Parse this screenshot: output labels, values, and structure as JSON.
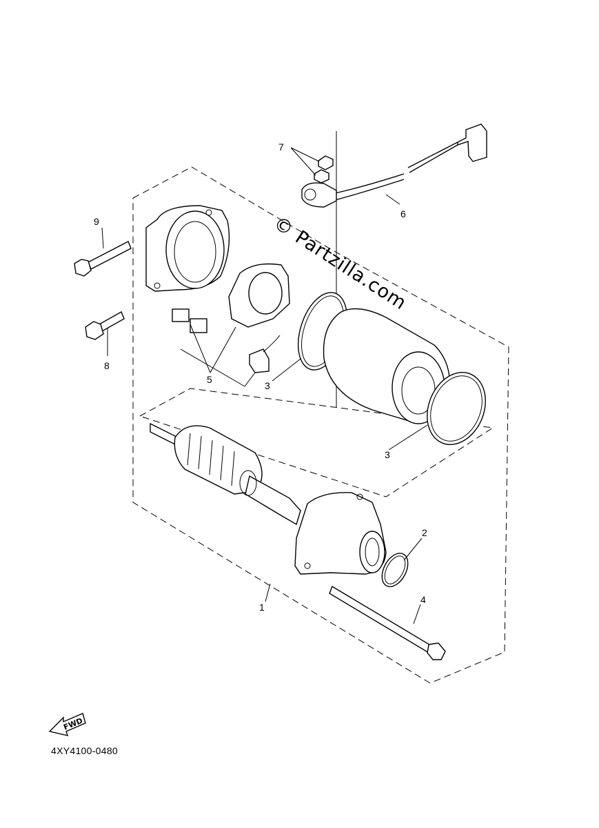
{
  "watermark": "© Partzilla.com",
  "fwd_label": "FWD",
  "part_number": "4XY4100-0480",
  "callouts": [
    "1",
    "2",
    "3",
    "3",
    "4",
    "5",
    "6",
    "7",
    "8",
    "9"
  ]
}
